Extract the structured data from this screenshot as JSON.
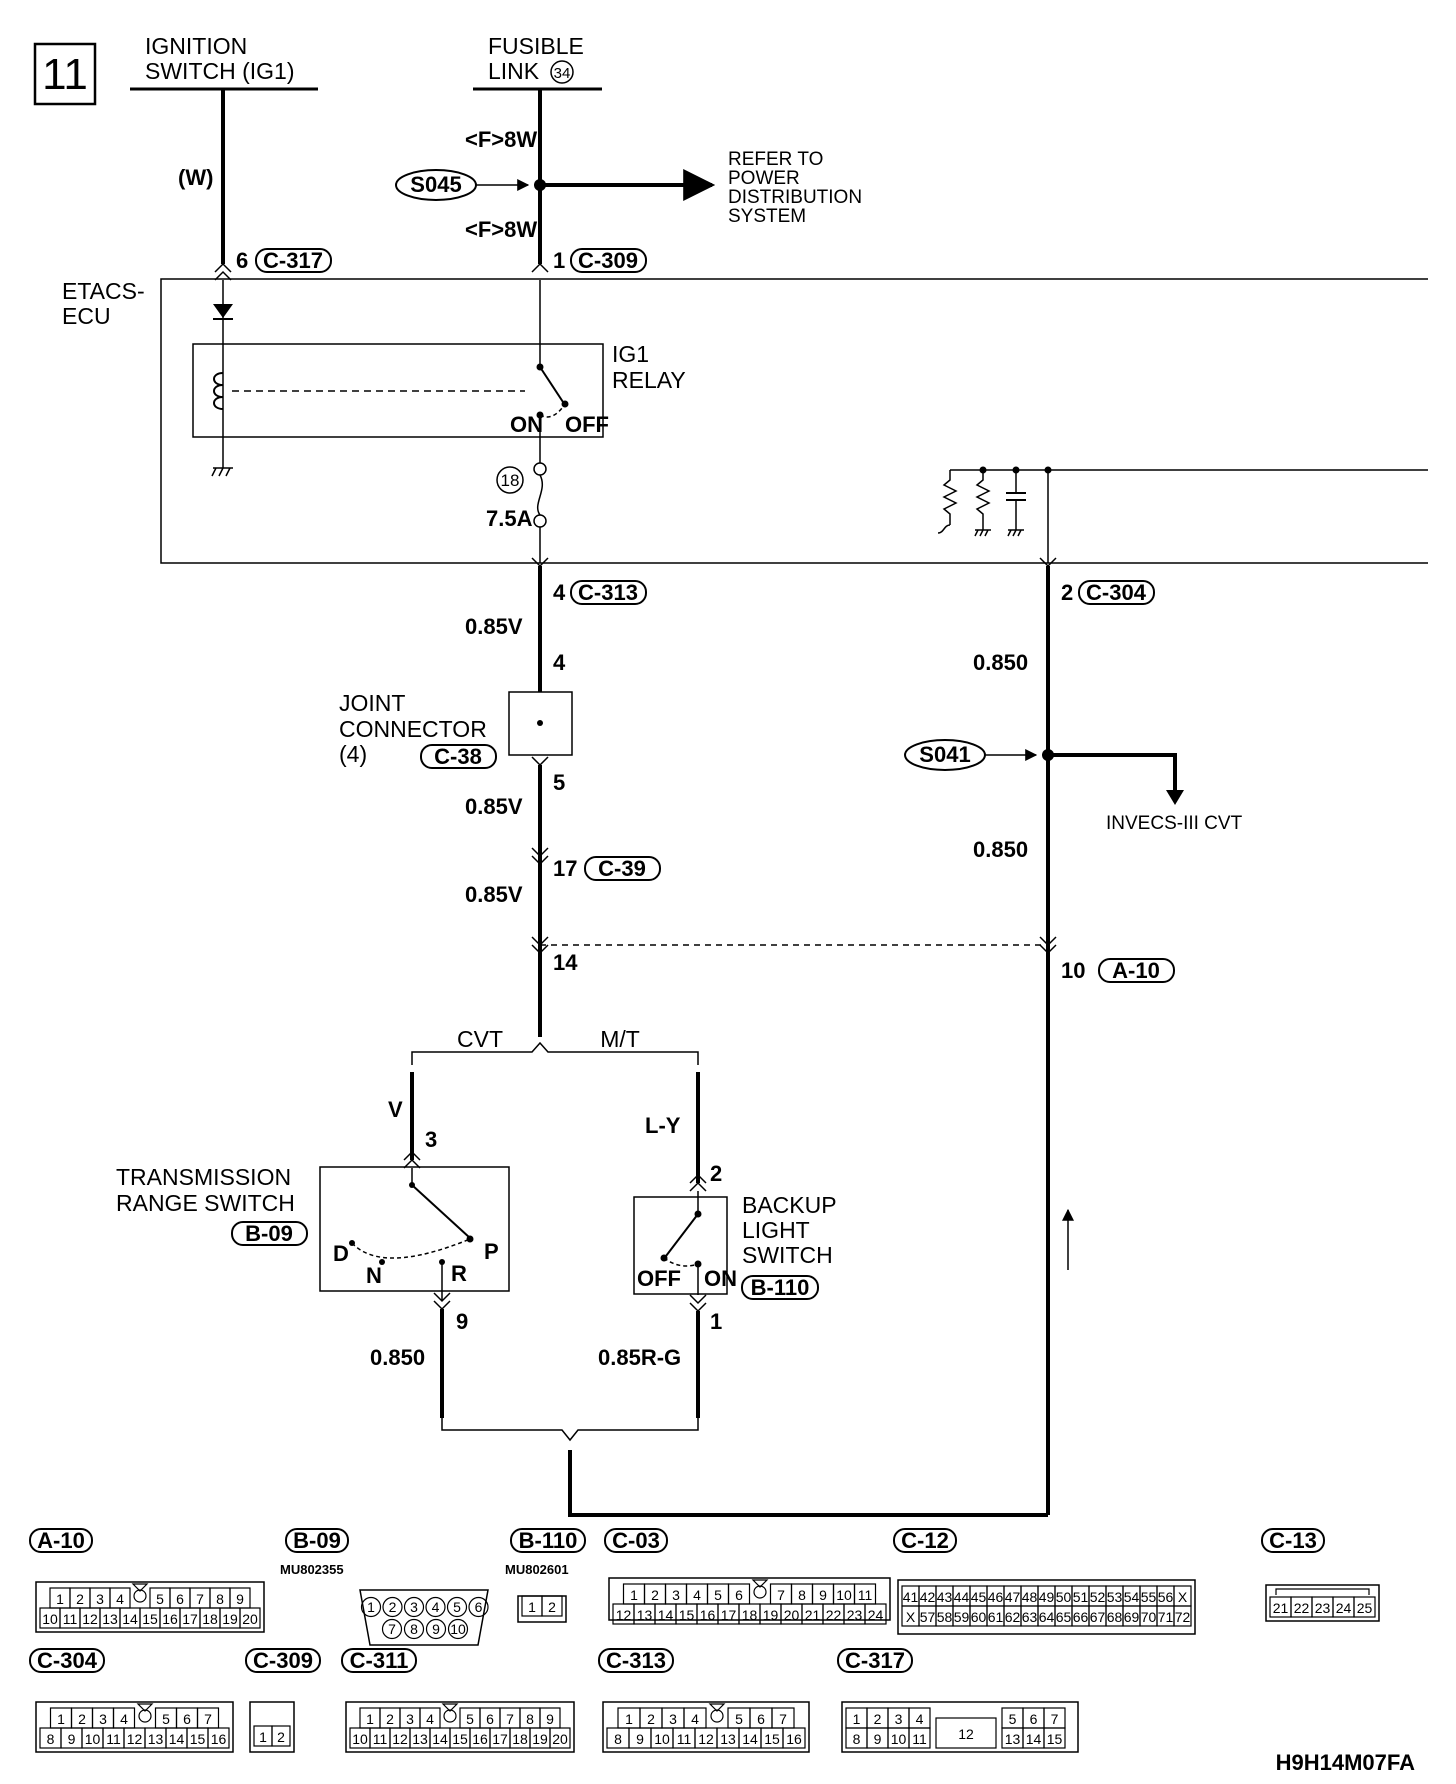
{
  "page_number": "11",
  "figure_code": "H9H14M07FA",
  "labels": {
    "ign_1": "IGNITION",
    "ign_2": "SWITCH (IG1)",
    "fus_1": "FUSIBLE",
    "fus_2": "LINK",
    "fus_num": "34",
    "ign_wire": "(W)",
    "fus_wire_top": "<F>8W",
    "fus_wire_bot": "<F>8W",
    "s045": "S045",
    "refer_1": "REFER TO",
    "refer_2": "POWER",
    "refer_3": "DISTRIBUTION",
    "refer_4": "SYSTEM",
    "c317_pin": "6",
    "c317": "C-317",
    "c309_pin": "1",
    "c309": "C-309",
    "etacs_1": "ETACS-",
    "etacs_2": "ECU",
    "ig1_1": "IG1",
    "ig1_2": "RELAY",
    "relay_on": "ON",
    "relay_off": "OFF",
    "fuse_num": "18",
    "fuse_amp": "7.5A",
    "c313_pin": "4",
    "c313": "C-313",
    "c304_pin": "2",
    "c304": "C-304",
    "w_085v_1": "0.85V",
    "jc_in_pin": "4",
    "jc_1": "JOINT",
    "jc_2": "CONNECTOR",
    "jc_3": "(4)",
    "c38": "C-38",
    "jc_out_pin": "5",
    "w_085v_2": "0.85V",
    "c39_pin": "17",
    "c39": "C-39",
    "w_085v_3": "0.85V",
    "pin14": "14",
    "w_085o_1": "0.850",
    "s041": "S041",
    "invecs": "INVECS-III CVT",
    "w_085o_2": "0.850",
    "a10_pin": "10",
    "a10": "A-10",
    "cvt": "CVT",
    "mt": "M/T",
    "wire_v": "V",
    "trs_pin3": "3",
    "trs_1": "TRANSMISSION",
    "trs_2": "RANGE SWITCH",
    "b09": "B-09",
    "pos_d": "D",
    "pos_n": "N",
    "pos_r": "R",
    "pos_p": "P",
    "trs_pin9": "9",
    "w_085o_3": "0.850",
    "wire_ly": "L-Y",
    "bls_pin2": "2",
    "bls_1": "BACKUP",
    "bls_2": "LIGHT",
    "bls_3": "SWITCH",
    "bls_off": "OFF",
    "bls_on": "ON",
    "b110": "B-110",
    "bls_pin1": "1",
    "w_085rg": "0.85R-G"
  },
  "connectors": {
    "a10": {
      "name": "A-10",
      "row1": [
        "1",
        "2",
        "3",
        "4",
        "",
        "5",
        "6",
        "7",
        "8",
        "9"
      ],
      "row2": [
        "10",
        "11",
        "12",
        "13",
        "14",
        "15",
        "16",
        "17",
        "18",
        "19",
        "20"
      ]
    },
    "b09": {
      "name": "B-09",
      "part": "MU802355",
      "row1": [
        "1",
        "2",
        "3",
        "4",
        "5",
        "6"
      ],
      "row2": [
        "7",
        "8",
        "9",
        "10"
      ]
    },
    "b110": {
      "name": "B-110",
      "part": "MU802601",
      "row1": [
        "1",
        "2"
      ]
    },
    "c03": {
      "name": "C-03",
      "row1": [
        "1",
        "2",
        "3",
        "4",
        "5",
        "6",
        "",
        "7",
        "8",
        "9",
        "10",
        "11"
      ],
      "row2": [
        "12",
        "13",
        "14",
        "15",
        "16",
        "17",
        "18",
        "19",
        "20",
        "21",
        "22",
        "23",
        "24"
      ]
    },
    "c12": {
      "name": "C-12",
      "row1": [
        "41",
        "42",
        "43",
        "44",
        "45",
        "46",
        "47",
        "48",
        "49",
        "50",
        "51",
        "52",
        "53",
        "54",
        "55",
        "56",
        "X"
      ],
      "row2": [
        "X",
        "57",
        "58",
        "59",
        "60",
        "61",
        "62",
        "63",
        "64",
        "65",
        "66",
        "67",
        "68",
        "69",
        "70",
        "71",
        "72"
      ]
    },
    "c13": {
      "name": "C-13",
      "row1": [
        "21",
        "22",
        "23",
        "24",
        "25"
      ]
    },
    "c304": {
      "name": "C-304",
      "row1": [
        "1",
        "2",
        "3",
        "4",
        "",
        "5",
        "6",
        "7"
      ],
      "row2": [
        "8",
        "9",
        "10",
        "11",
        "12",
        "13",
        "14",
        "15",
        "16"
      ]
    },
    "c309": {
      "name": "C-309",
      "row1": [
        "1",
        "2"
      ]
    },
    "c311": {
      "name": "C-311",
      "row1": [
        "1",
        "2",
        "3",
        "4",
        "",
        "5",
        "6",
        "7",
        "8",
        "9"
      ],
      "row2": [
        "10",
        "11",
        "12",
        "13",
        "14",
        "15",
        "16",
        "17",
        "18",
        "19",
        "20"
      ]
    },
    "c313": {
      "name": "C-313",
      "row1": [
        "1",
        "2",
        "3",
        "4",
        "",
        "5",
        "6",
        "7"
      ],
      "row2": [
        "8",
        "9",
        "10",
        "11",
        "12",
        "13",
        "14",
        "15",
        "16"
      ]
    },
    "c317": {
      "name": "C-317",
      "row1": [
        "1",
        "2",
        "3",
        "4",
        "",
        "5",
        "6",
        "7"
      ],
      "row2": [
        "8",
        "9",
        "10",
        "11",
        "12",
        "13",
        "14",
        "15"
      ]
    }
  }
}
